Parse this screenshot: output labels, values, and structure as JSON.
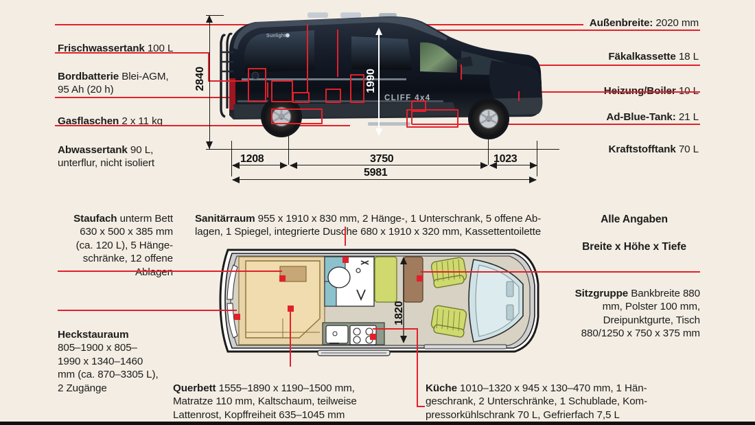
{
  "page": {
    "background_color": "#f3ede3",
    "accent_color": "#e2202b"
  },
  "left_labels": [
    {
      "name": "frischwassertank",
      "bold": "Frischwassertank",
      "rest": " 100 L"
    },
    {
      "name": "bordbatterie",
      "bold": "Bordbatterie",
      "rest": " Blei-AGM,\n95 Ah (20 h)"
    },
    {
      "name": "gasflaschen",
      "bold": "Gasflaschen",
      "rest": " 2 x 11 kg"
    },
    {
      "name": "abwassertank",
      "bold": "Abwassertank",
      "rest": " 90 L,\nunterflur, nicht isoliert"
    }
  ],
  "right_labels": [
    {
      "name": "aussenbreite",
      "bold": "Außenbreite:",
      "rest": " 2020 mm"
    },
    {
      "name": "faekalkassette",
      "bold": "Fäkalkassette",
      "rest": " 18 L"
    },
    {
      "name": "heizung-boiler",
      "bold": "Heizung/Boiler",
      "rest": " 10 L"
    },
    {
      "name": "ad-blue-tank",
      "bold": "Ad-Blue-Tank:",
      "rest": " 21 L"
    },
    {
      "name": "kraftstofftank",
      "bold": "Kraftstofftank",
      "rest": " 70 L"
    }
  ],
  "vehicle_dimensions": {
    "height": "2840",
    "interior_height": "1990",
    "rear_overhang": "1208",
    "wheelbase": "3750",
    "front_overhang": "1023",
    "total_length": "5981"
  },
  "floorplan_dimensions": {
    "interior_width_marker": "1820"
  },
  "vehicle_badges": {
    "brand": "Sunlight",
    "model": "CLIFF 4x4"
  },
  "note": {
    "name": "alle-angaben",
    "line1": "Alle Angaben",
    "line2": "Breite x Höhe x Tiefe"
  },
  "detail_labels": [
    {
      "name": "staufach",
      "bold": "Staufach",
      "rest": " unterm Bett\n630 x 500 x 385 mm\n(ca. 120 L), 5 Hänge-\nschränke, 12 offene\nAblagen"
    },
    {
      "name": "sanitaerraum",
      "bold": "Sanitärraum",
      "rest": " 955 x 1910 x 830 mm, 2 Hänge-, 1 Unterschrank, 5 offene Ab-\nlagen, 1 Spiegel, integrierte Dusche 680 x 1910 x 320 mm, Kassettentoilette"
    },
    {
      "name": "sitzgruppe",
      "bold": "Sitzgruppe",
      "rest": " Bankbreite 880\nmm, Polster 100 mm,\nDreipunktgurte, Tisch\n880/1250 x 750 x 375 mm"
    },
    {
      "name": "heckstauraum",
      "bold": "Heckstauraum",
      "rest": "\n805–1900 x 805–\n1990 x 1340–1460\nmm (ca. 870–3305 L),\n2 Zugänge"
    },
    {
      "name": "querbett",
      "bold": "Querbett",
      "rest": " 1555–1890 x 1190–1500 mm,\nMatratze 110 mm, Kaltschaum, teilweise\nLattenrost, Kopffreiheit 635–1045 mm"
    },
    {
      "name": "kueche",
      "bold": "Küche",
      "rest": " 1010–1320 x 945 x 130–470 mm, 1 Hän-\ngeschrank, 2 Unterschränke, 1 Schublade, Kom-\npressorkühlschrank 70 L, Gefrierfach 7,5 L"
    }
  ]
}
